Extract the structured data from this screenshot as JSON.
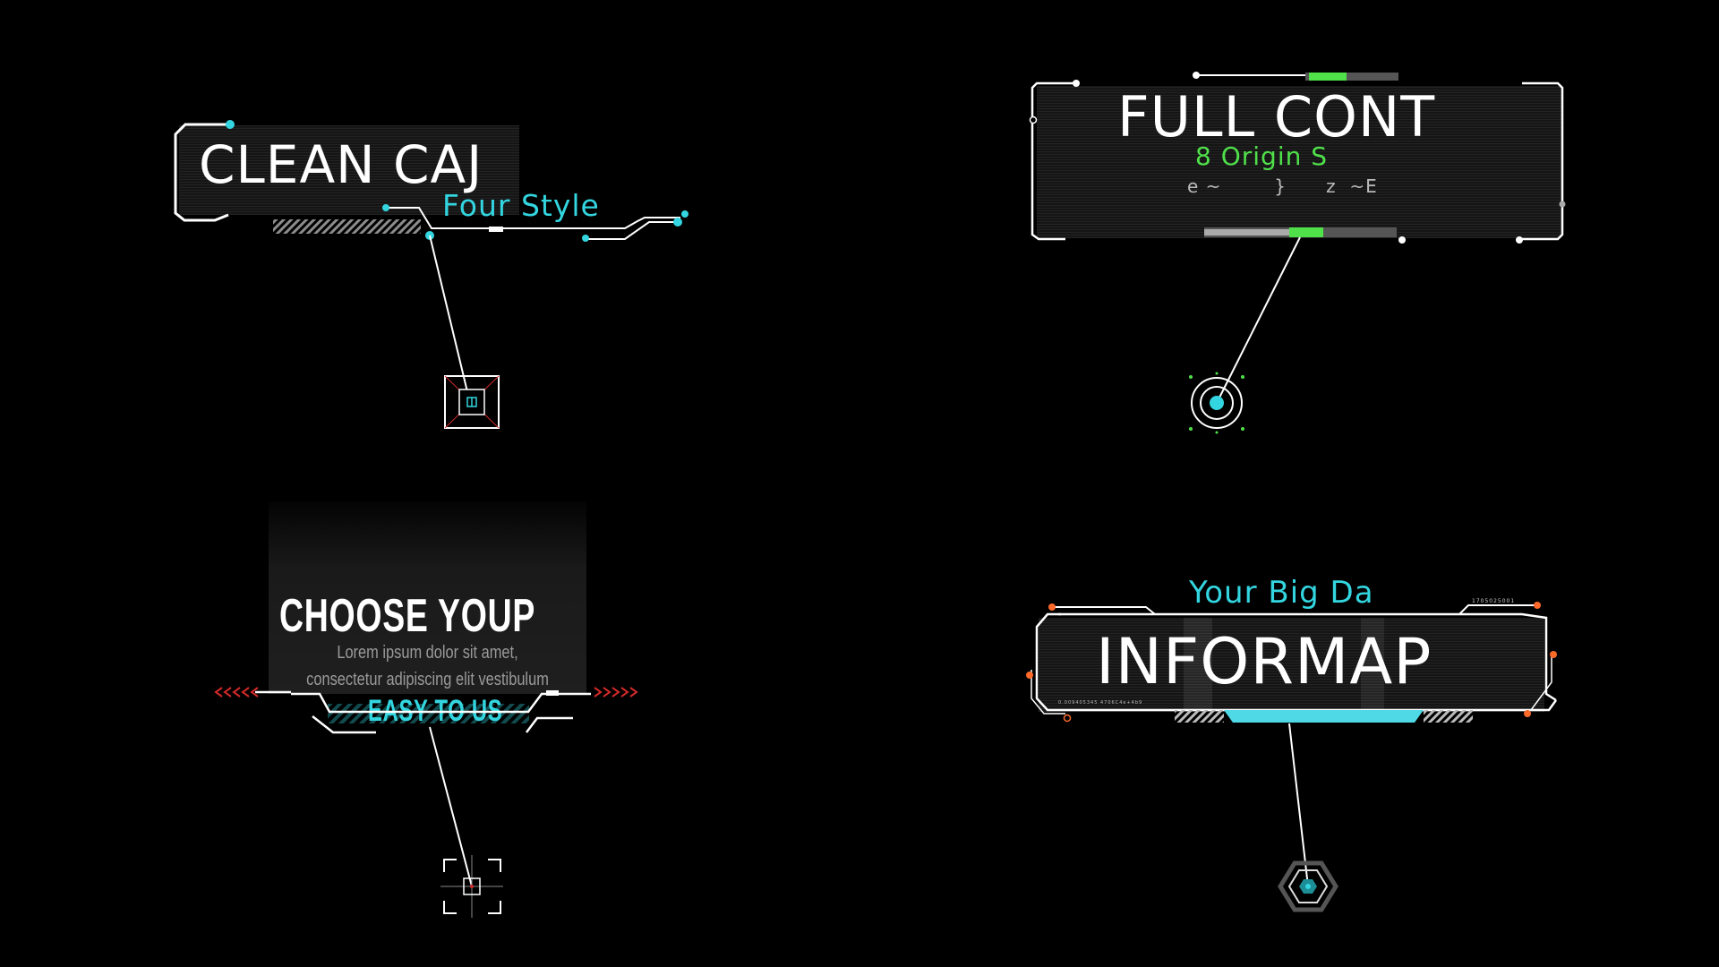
{
  "colors": {
    "cyan": "#33d6e0",
    "green": "#4fe04a",
    "orange": "#ff6a2a",
    "red": "#d22a2a",
    "frame": "#ffffff"
  },
  "panel_clean": {
    "title": "CLEAN CAJ",
    "subtitle": "Four Style"
  },
  "panel_full": {
    "title": "FULL CONT",
    "subtitle": "8 Origin S",
    "scramble": "e ~        }      z  ~E"
  },
  "panel_choose": {
    "title": "CHOOSE YOUP",
    "body_line_1": "Lorem ipsum dolor sit amet,",
    "body_line_2": "consectetur adipiscing elit vestibulum",
    "tag": "EASY TO US"
  },
  "panel_info": {
    "title": "INFORMAP",
    "subtitle": "Your Big Da",
    "code_small": "1705025001",
    "code_tiny": "0.009405345 4706C4e+4b9"
  },
  "icons": [
    "square-target-icon",
    "circle-target-icon",
    "crosshair-icon",
    "hexagon-target-icon"
  ]
}
